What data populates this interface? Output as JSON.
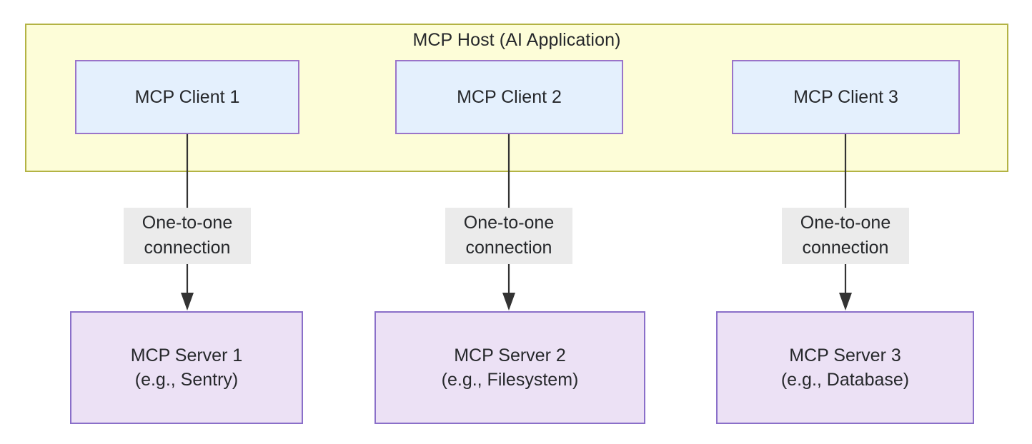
{
  "diagram": {
    "type": "flowchart",
    "title": "MCP Host (AI Application)",
    "background_color": "#ffffff",
    "host": {
      "label": "MCP Host (AI Application)",
      "fill_color": "#fdfdd8",
      "border_color": "#b3b344"
    },
    "clients": [
      {
        "id": "client-1",
        "label": "MCP Client 1",
        "fill_color": "#e4f0fd",
        "border_color": "#9a74c9"
      },
      {
        "id": "client-2",
        "label": "MCP Client 2",
        "fill_color": "#e4f0fd",
        "border_color": "#9a74c9"
      },
      {
        "id": "client-3",
        "label": "MCP Client 3",
        "fill_color": "#e4f0fd",
        "border_color": "#9a74c9"
      }
    ],
    "servers": [
      {
        "id": "server-1",
        "label": "MCP Server 1\n(e.g., Sentry)",
        "fill_color": "#ece1f5",
        "border_color": "#8a6fc9"
      },
      {
        "id": "server-2",
        "label": "MCP Server 2\n(e.g., Filesystem)",
        "fill_color": "#ece1f5",
        "border_color": "#8a6fc9"
      },
      {
        "id": "server-3",
        "label": "MCP Server 3\n(e.g., Database)",
        "fill_color": "#ece1f5",
        "border_color": "#8a6fc9"
      }
    ],
    "edges": [
      {
        "id": "edge-1",
        "from": "client-1",
        "to": "server-1",
        "label": "One-to-one\nconnection",
        "label_bg": "#ebebeb",
        "arrow": "down"
      },
      {
        "id": "edge-2",
        "from": "client-2",
        "to": "server-2",
        "label": "One-to-one\nconnection",
        "label_bg": "#ebebeb",
        "arrow": "down"
      },
      {
        "id": "edge-3",
        "from": "client-3",
        "to": "server-3",
        "label": "One-to-one\nconnection",
        "label_bg": "#ebebeb",
        "arrow": "down"
      }
    ]
  }
}
